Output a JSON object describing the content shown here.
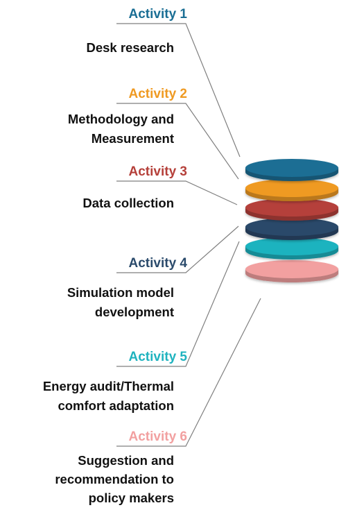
{
  "activities": [
    {
      "title": "Activity 1",
      "color": "#1a6e94",
      "description_lines": [
        "Desk research"
      ]
    },
    {
      "title": "Activity 2",
      "color": "#ef9a22",
      "description_lines": [
        "Methodology and",
        "Measurement"
      ]
    },
    {
      "title": "Activity 3",
      "color": "#b5403a",
      "description_lines": [
        "Data collection"
      ]
    },
    {
      "title": "Activity 4",
      "color": "#2a4a6b",
      "description_lines": [
        "Simulation model",
        "development"
      ]
    },
    {
      "title": "Activity 5",
      "color": "#1fb3bf",
      "description_lines": [
        "Energy audit/Thermal",
        "comfort adaptation"
      ]
    },
    {
      "title": "Activity 6",
      "color": "#f2a0a0",
      "description_lines": [
        "Suggestion and",
        "recommendation to",
        "policy makers"
      ]
    }
  ]
}
